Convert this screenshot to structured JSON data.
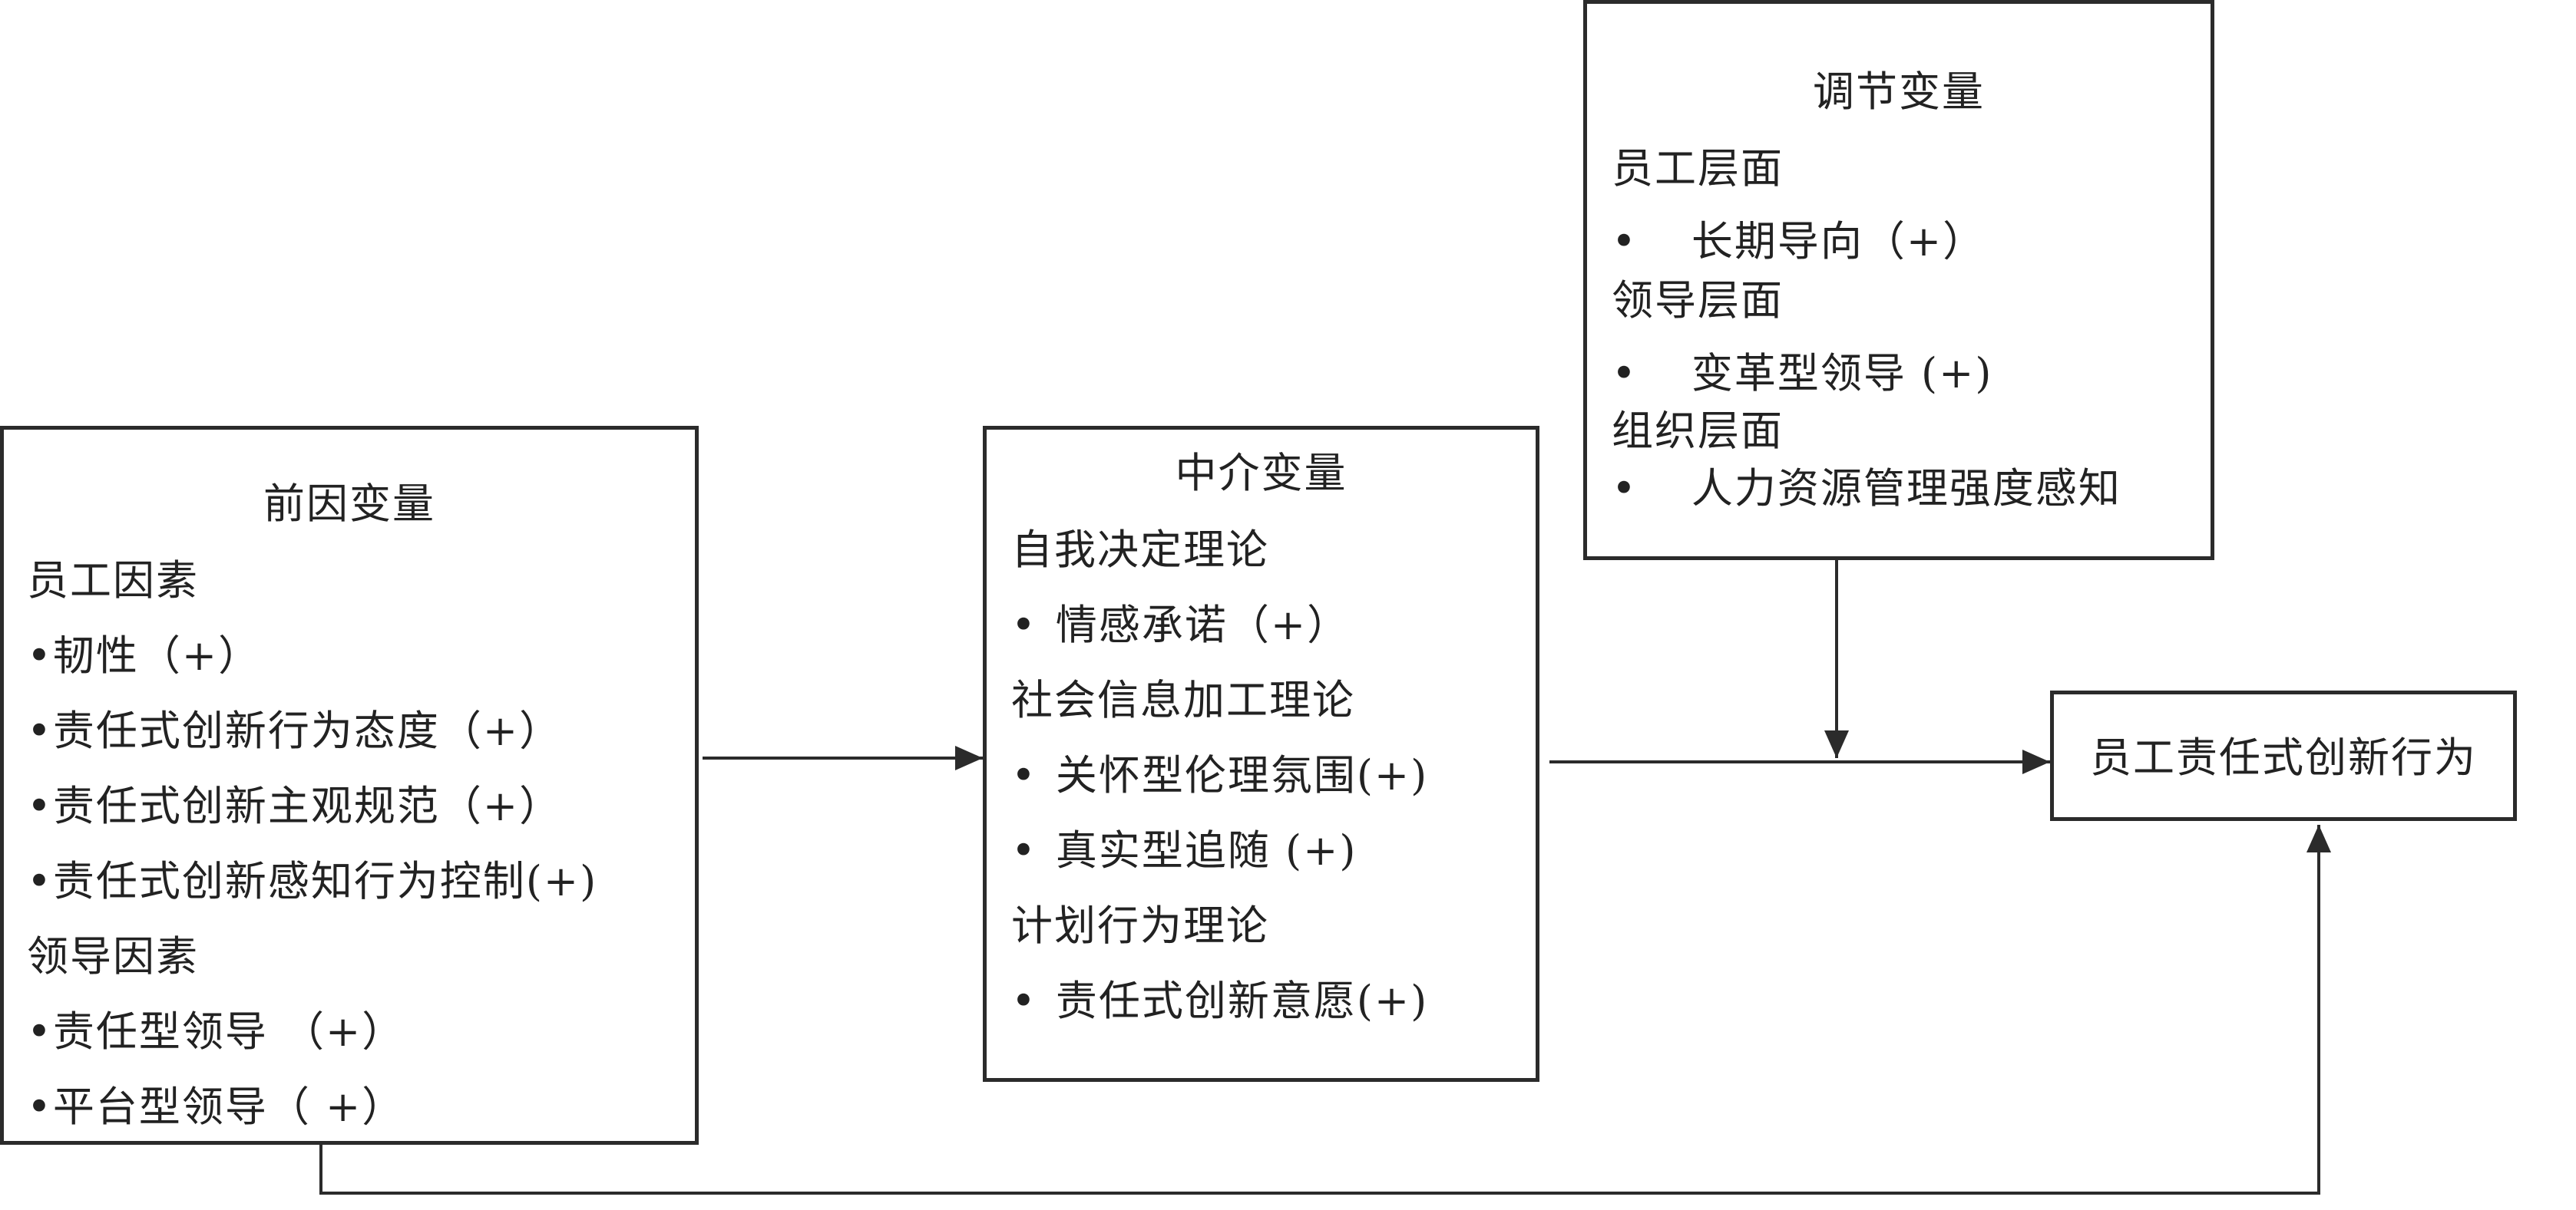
{
  "antecedent": {
    "title": "前因变量",
    "group1": "员工因素",
    "items1": [
      "韧性（+）",
      "责任式创新行为态度（+）",
      "责任式创新主观规范（+）",
      "责任式创新感知行为控制(+)"
    ],
    "group2": "领导因素",
    "items2": [
      "责任型领导 （+）",
      "平台型领导（ +）"
    ]
  },
  "mediator": {
    "title": "中介变量",
    "group1": "自我决定理论",
    "items1": [
      "情感承诺（+）"
    ],
    "group2": "社会信息加工理论",
    "items2": [
      "关怀型伦理氛围(+)",
      "真实型追随 (+)"
    ],
    "group3": "计划行为理论",
    "items3": [
      "责任式创新意愿(+)"
    ]
  },
  "moderator": {
    "title": "调节变量",
    "group1": "员工层面",
    "items1": [
      "长期导向（+）"
    ],
    "group2": "领导层面",
    "items2": [
      "变革型领导 (+)"
    ],
    "group3": "组织层面",
    "items3": [
      "人力资源管理强度感知"
    ]
  },
  "outcome": {
    "title": "员工责任式创新行为"
  },
  "bullet": "•",
  "line_color": "#2b2b2b"
}
